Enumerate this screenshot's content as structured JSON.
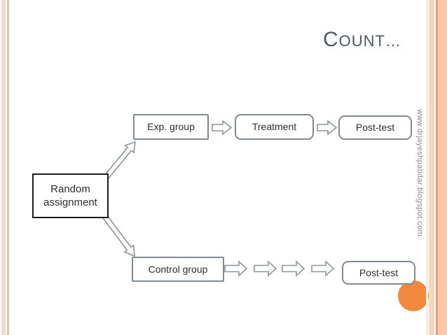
{
  "title": {
    "first": "C",
    "rest": "OUNT…"
  },
  "nodes": {
    "random": {
      "label": "Random assignment"
    },
    "exp": {
      "label": "Exp. group"
    },
    "treatment": {
      "label": "Treatment"
    },
    "post_test_top": {
      "label": "Post-test"
    },
    "control": {
      "label": "Control group"
    },
    "post_test_bottom": {
      "label": "Post-test"
    }
  },
  "watermark": {
    "text": "www.drjayeshpatidar.blogspot.com"
  },
  "colors": {
    "title_text": "#4d5966",
    "node_border_gray": "#7f8a95",
    "random_node_border": "#1c1c1c",
    "arrow_outline": "#8b949e",
    "circle_orange": "#f0883d",
    "edge_peach_light": "#f8d7bf",
    "edge_peach_line": "#ec9f74",
    "edge_peach_band": "#fac8a5",
    "watermark_gray": "#8a8a8a"
  }
}
